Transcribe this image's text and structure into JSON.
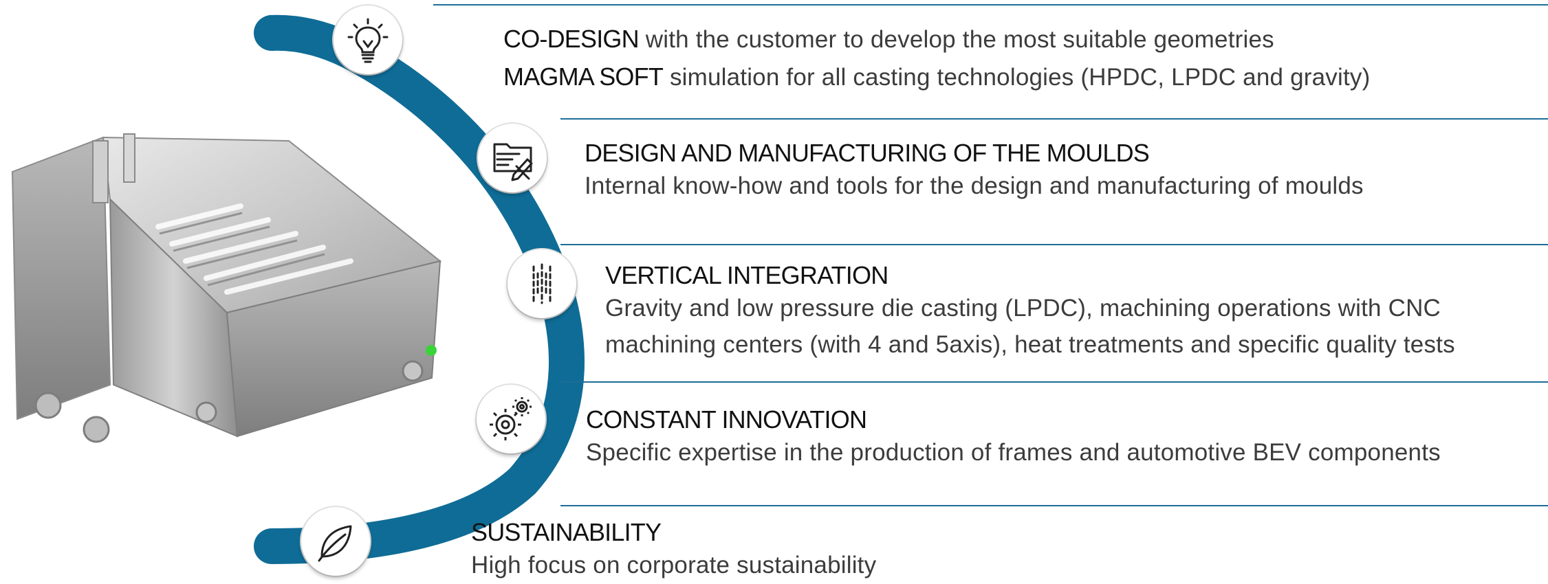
{
  "steps": [
    {
      "line1_keyword": "CO-DESIGN",
      "line1_text": " with the customer to develop the most suitable geometries",
      "line2_keyword": "MAGMA SOFT",
      "line2_text": " simulation for all casting technologies (HPDC, LPDC and gravity)",
      "icon": "lightbulb-icon"
    },
    {
      "title": "DESIGN AND MANUFACTURING OF THE MOULDS",
      "desc": "Internal know-how and tools for the design and manufacturing of moulds",
      "icon": "design-tools-icon"
    },
    {
      "title": "VERTICAL INTEGRATION",
      "desc_line1": "Gravity and low pressure die casting (LPDC), machining operations with CNC",
      "desc_line2": "machining centers (with 4 and 5axis), heat treatments and specific quality tests",
      "icon": "vertical-lines-icon"
    },
    {
      "title": "CONSTANT INNOVATION",
      "desc": "Specific expertise in the production of frames and automotive BEV components",
      "icon": "gears-icon"
    },
    {
      "title": "SUSTAINABILITY",
      "desc": "High focus on corporate sustainability",
      "icon": "leaf-icon"
    }
  ],
  "colors": {
    "arc": "#0f6c96",
    "divider": "#1c6d96",
    "text": "#1b1b1b"
  }
}
